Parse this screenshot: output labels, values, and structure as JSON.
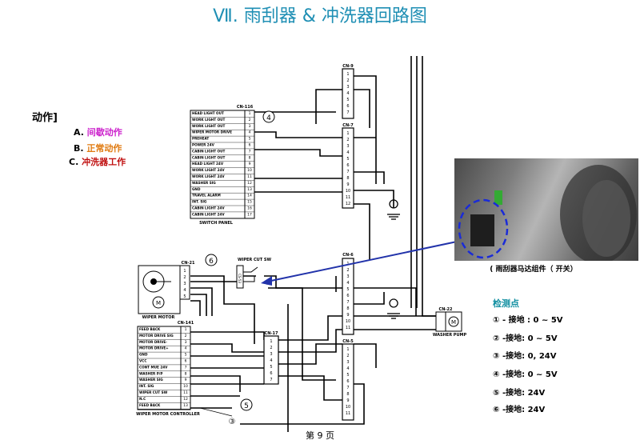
{
  "title": "Ⅶ. 雨刮器 & 冲洗器回路图",
  "actions": {
    "header": "动作]",
    "a_letter": "A.",
    "a_text": "间歇动作",
    "b_letter": "B.",
    "b_text": "正常动作",
    "c_letter": "C.",
    "c_text": "冲洗器工作"
  },
  "switch_panel": {
    "connector": "CN-116",
    "name": "SWITCH PANEL",
    "marker": "④",
    "rows": [
      "HEAD LIGHT OUT",
      "WORK LIGHT OUT",
      "WORK LIGHT OUT",
      "WIPER MOTOR DRIVE",
      "PREHEAT",
      "POWER 24V",
      "CABIN LIGHT OUT",
      "CABIN LIGHT OUT",
      "HEAD LIGHT 24V",
      "WORK LIGHT 24V",
      "WORK LIGHT 24V",
      "WASHER SIG",
      "GND",
      "TRAVEL ALARM",
      "INT. SIG",
      "CABIN LIGHT 24V",
      "CABIN LIGHT 24V"
    ]
  },
  "wiper_motor": {
    "connector": "CN-21",
    "name": "WIPER MOTOR",
    "marker": "⑥",
    "symbol": "M"
  },
  "wiper_controller": {
    "connector": "CN-141",
    "name": "WIPER MOTOR CONTROLLER",
    "marker": "③",
    "rows": [
      "FEED BACK",
      "MOTOR DRIVE SIG",
      "MOTOR DRIVE-",
      "MOTOR DRIVE+",
      "GND",
      "VCC",
      "CONT MUE 24V",
      "WASHER P/P",
      "WASHER SIG",
      "INT. SIG",
      "WIPER CUT SW",
      "N.C",
      "FEED BACK"
    ]
  },
  "wiper_cut_sw": {
    "name": "WIPER CUT SW",
    "connector": "CS-53"
  },
  "connectors": {
    "cn9": "CN-9",
    "cn7": "CN-7",
    "cn6": "CN-6",
    "cn5": "CN-5",
    "cn17": "CN-17",
    "cn22": "CN-22"
  },
  "marker5": "⑤",
  "washer_pump": {
    "name": "WASHER PUMP",
    "symbol": "M"
  },
  "photo_caption": "( 雨刮器马达组件（ 开关）",
  "checkpoints": {
    "title": "检测点",
    "items": [
      "① - 接地 : 0 ~ 5V",
      "② -接地: 0 ~ 5V",
      "③ -接地: 0, 24V",
      "④ -接地: 0 ~ 5V",
      "⑤ -接地: 24V",
      "⑥ -接地: 24V"
    ]
  },
  "page_number": "第 9 页",
  "colors": {
    "title": "#1f8fb4",
    "checkpoint_title": "#0f8ea0",
    "arrow": "#2233aa",
    "highlight_circle": "#1a2bd8"
  }
}
